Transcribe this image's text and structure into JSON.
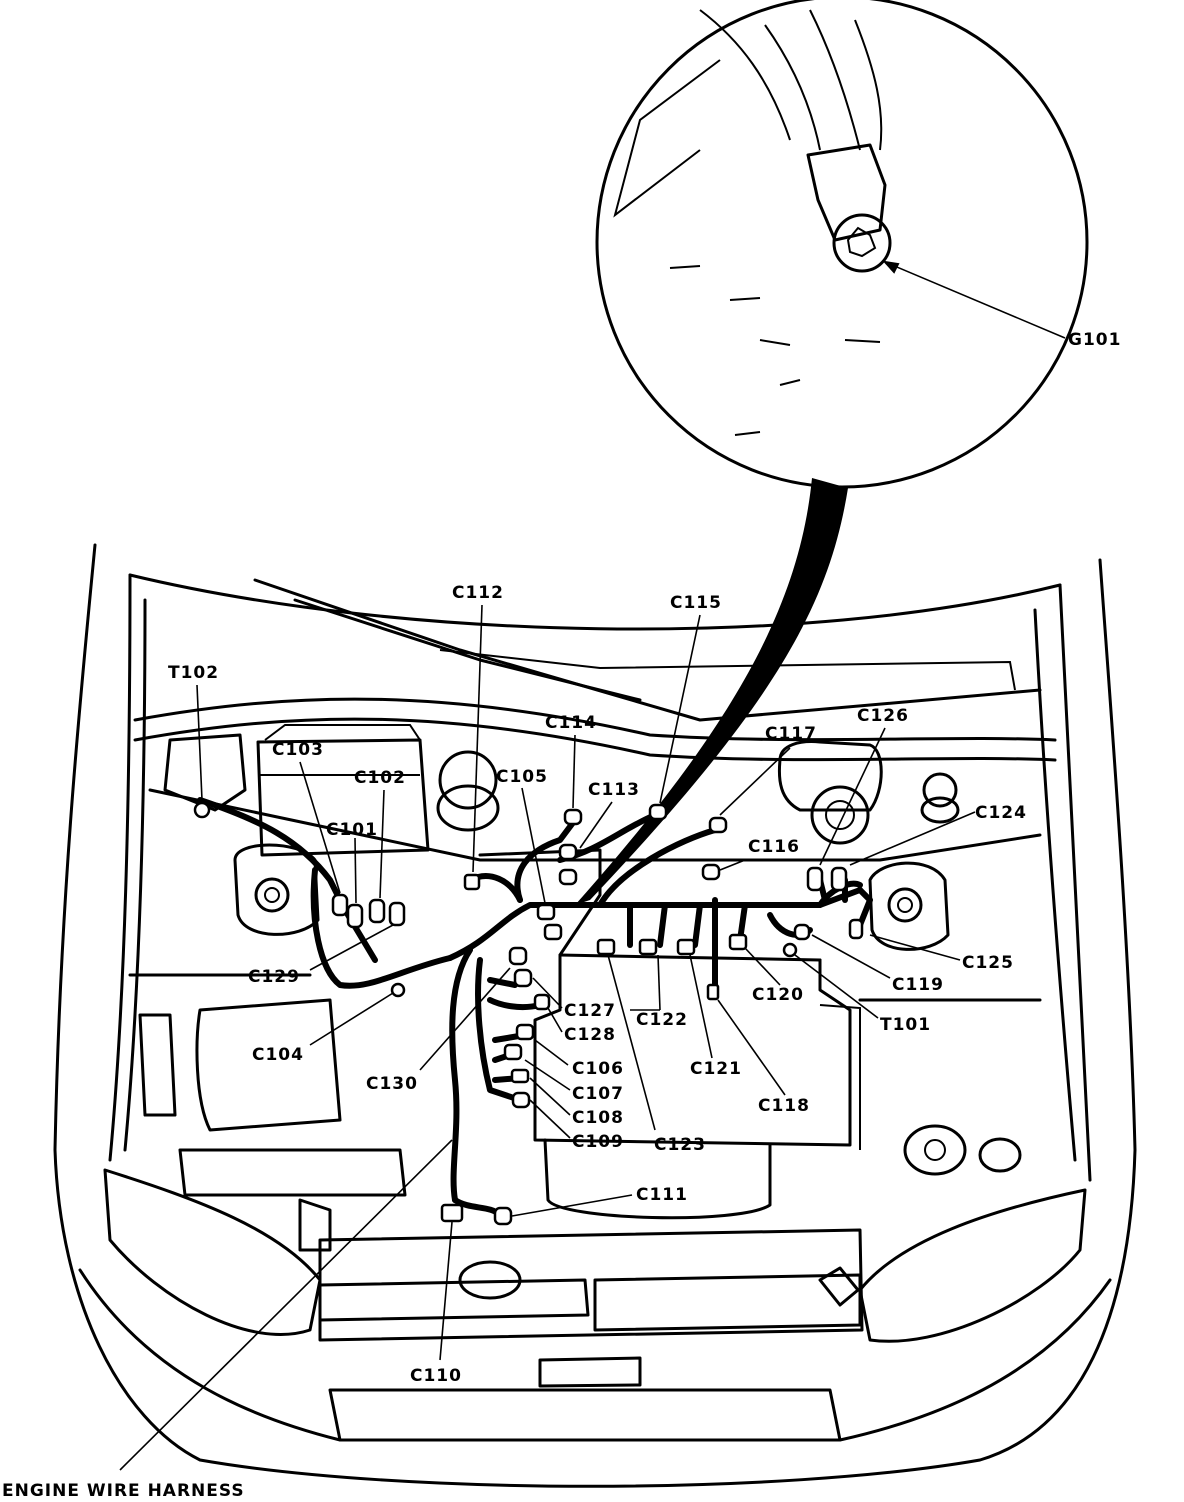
{
  "labels": {
    "G101": "G101",
    "C112": "C112",
    "C115": "C115",
    "T102": "T102",
    "C114": "C114",
    "C117": "C117",
    "C126": "C126",
    "C103": "C103",
    "C102": "C102",
    "C105": "C105",
    "C113": "C113",
    "C124": "C124",
    "C101": "C101",
    "C116": "C116",
    "C129": "C129",
    "C125": "C125",
    "C119": "C119",
    "C127": "C127",
    "C120": "C120",
    "C122": "C122",
    "C128": "C128",
    "T101": "T101",
    "C104": "C104",
    "C106": "C106",
    "C121": "C121",
    "C130": "C130",
    "C107": "C107",
    "C108": "C108",
    "C118": "C118",
    "C109": "C109",
    "C123": "C123",
    "C111": "C111",
    "C110": "C110",
    "harness": "ENGINE WIRE HARNESS"
  }
}
